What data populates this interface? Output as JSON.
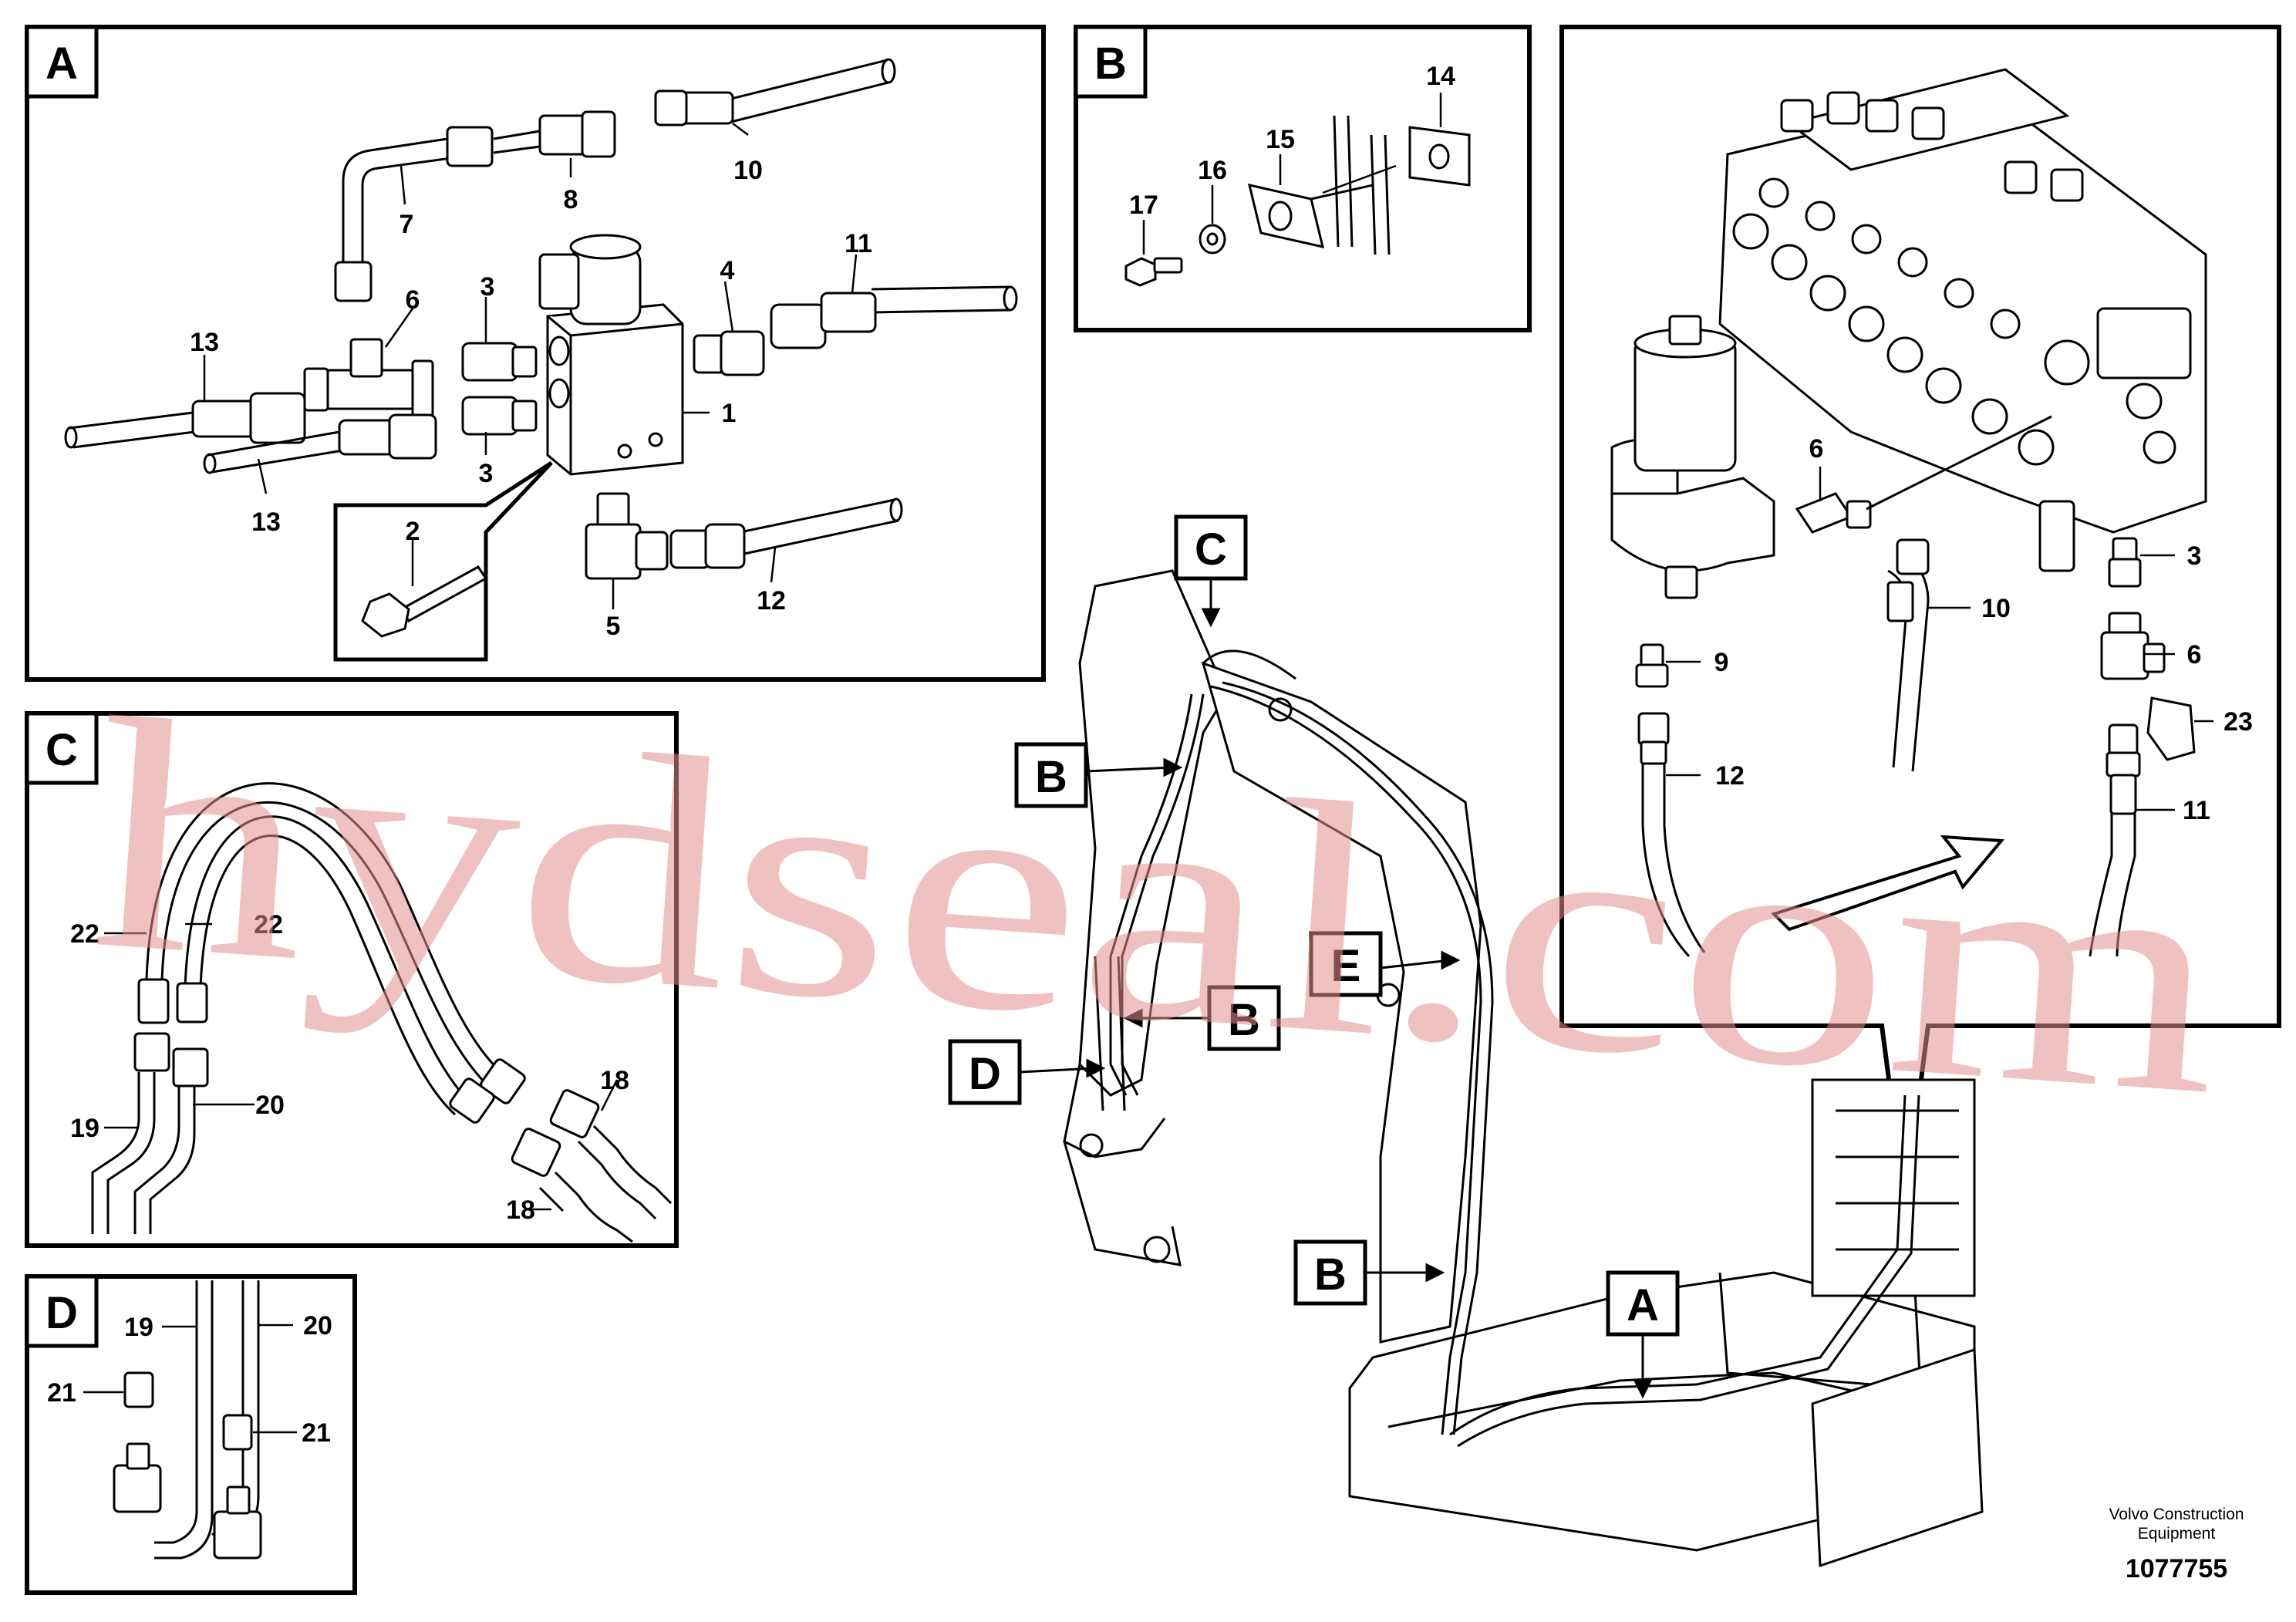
{
  "watermark": "hydseal.com",
  "panels": {
    "A": {
      "letter": "A",
      "labels": [
        "10",
        "8",
        "7",
        "6",
        "3",
        "4",
        "11",
        "13",
        "1",
        "3",
        "13",
        "2",
        "5",
        "12"
      ]
    },
    "B": {
      "letter": "B",
      "labels": [
        "14",
        "15",
        "16",
        "17"
      ]
    },
    "C": {
      "letter": "C",
      "labels": [
        "22",
        "22",
        "19",
        "20",
        "18",
        "18"
      ]
    },
    "D": {
      "letter": "D",
      "labels": [
        "19",
        "20",
        "21",
        "21"
      ]
    },
    "detail": {
      "labels": [
        "6",
        "3",
        "9",
        "10",
        "6",
        "23",
        "12",
        "11"
      ]
    }
  },
  "callouts": [
    "C",
    "B",
    "E",
    "B",
    "D",
    "B",
    "A"
  ],
  "footer": {
    "company_line1": "Volvo Construction",
    "company_line2": "Equipment",
    "document_number": "1077755"
  },
  "colors": {
    "line": "#000000",
    "watermark": "#e58f8f"
  }
}
